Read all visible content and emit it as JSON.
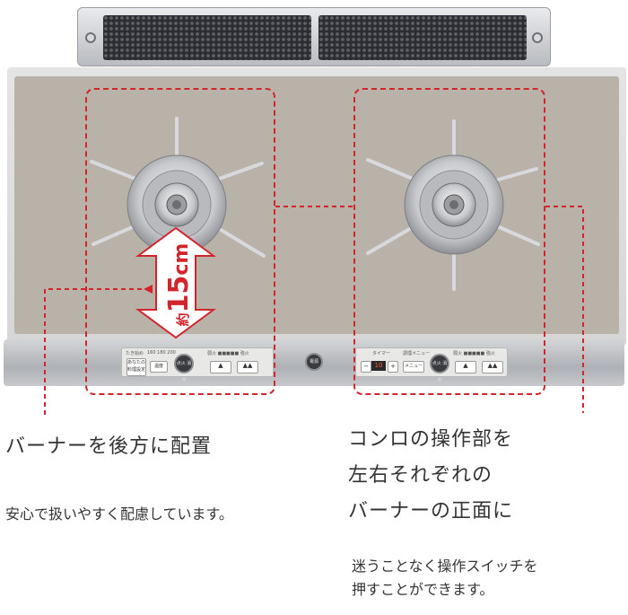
{
  "colors": {
    "accent_red": "#d2242b",
    "glass": "#b9b2a9",
    "text": "#333333"
  },
  "measure": {
    "value": "15",
    "unit": "cm",
    "prefix": "約"
  },
  "panel_left": {
    "hint1": "たき始め",
    "temps": "160 180 200",
    "hint2": "ボタン",
    "btn_a": "あなたの 料理設定",
    "btn_b": "温度",
    "knob": "点火 消火",
    "heat_labels": "弱火 ■■■■■ 強火"
  },
  "panel_right": {
    "timer": "タイマー",
    "display": "10",
    "minus": "−",
    "plus": "+",
    "menu_label": "調理メニュー",
    "menu_btn": "メニュー",
    "knob": "点火 消火",
    "heat_labels": "弱火 ■■■■■ 強火"
  },
  "center_knob": "電源",
  "left_block": {
    "heading": "バーナーを後方に配置",
    "body": "安心で扱いやすく配慮しています。"
  },
  "right_block": {
    "heading_lines": [
      "コンロの操作部を",
      "左右それぞれの",
      "バーナーの正面に"
    ],
    "body_lines": [
      "迷うことなく操作スイッチを",
      "押すことができます。"
    ]
  }
}
